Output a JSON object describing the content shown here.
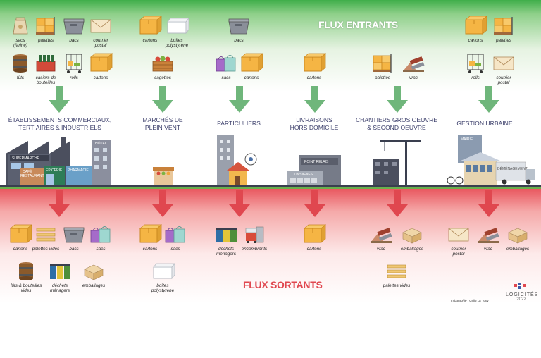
{
  "titles": {
    "flux_entrants": "FLUX ENTRANTS",
    "flux_sortants": "FLUX SORTANTS"
  },
  "sectors": [
    "ÉTABLISSEMENTS COMMERCIAUX,\nTERTIAIRES & INDUSTRIELS",
    "MARCHÉS DE\nPLEIN VENT",
    "PARTICULIERS",
    "LIVRAISONS\nHORS DOMICILE",
    "CHANTIERS GROS OEUVRE\n& SECOND OEUVRE",
    "GESTION URBAINE"
  ],
  "incoming": [
    {
      "label": "sacs\n(farine)",
      "icon": "sack-icon"
    },
    {
      "label": "palettes",
      "icon": "pallet-boxes-icon"
    },
    {
      "label": "bacs",
      "icon": "crate-bin-icon"
    },
    {
      "label": "courrier\npostal",
      "icon": "envelope-icon"
    },
    {
      "label": "fûts",
      "icon": "barrel-icon"
    },
    {
      "label": "casiers de\nbouteilles",
      "icon": "bottle-crate-icon"
    },
    {
      "label": "rolls",
      "icon": "roll-cage-icon"
    },
    {
      "label": "cartons",
      "icon": "cardboard-box-icon"
    },
    {
      "label": "cartons",
      "icon": "cardboard-box-icon"
    },
    {
      "label": "boîtes\npolystyrène",
      "icon": "polystyrene-box-icon"
    },
    {
      "label": "cagettes",
      "icon": "crate-icon"
    },
    {
      "label": "bacs",
      "icon": "crate-bin-icon"
    },
    {
      "label": "sacs",
      "icon": "shopping-bags-icon"
    },
    {
      "label": "cartons",
      "icon": "cardboard-box-icon"
    },
    {
      "label": "cartons",
      "icon": "cardboard-box-icon"
    },
    {
      "label": "palettes",
      "icon": "pallet-boxes-icon"
    },
    {
      "label": "vrac",
      "icon": "bulk-materials-icon"
    },
    {
      "label": "cartons",
      "icon": "cardboard-box-icon"
    },
    {
      "label": "palettes",
      "icon": "pallet-boxes-icon"
    },
    {
      "label": "rolls",
      "icon": "roll-cage-icon"
    },
    {
      "label": "courrier\npostal",
      "icon": "envelope-icon"
    }
  ],
  "outgoing": [
    {
      "label": "cartons",
      "icon": "cardboard-box-icon"
    },
    {
      "label": "palettes vides",
      "icon": "empty-pallet-icon"
    },
    {
      "label": "bacs",
      "icon": "crate-bin-icon"
    },
    {
      "label": "sacs",
      "icon": "shopping-bags-icon"
    },
    {
      "label": "fûts & bouteilles\nvides",
      "icon": "barrel-icon"
    },
    {
      "label": "déchets\nménagers",
      "icon": "waste-bins-icon"
    },
    {
      "label": "emballages",
      "icon": "packaging-icon"
    },
    {
      "label": "cartons",
      "icon": "cardboard-box-icon"
    },
    {
      "label": "sacs",
      "icon": "shopping-bags-icon"
    },
    {
      "label": "boîtes\npolystyrène",
      "icon": "polystyrene-box-icon"
    },
    {
      "label": "déchets\nménagers",
      "icon": "waste-bins-icon"
    },
    {
      "label": "encombrants",
      "icon": "bulky-items-icon"
    },
    {
      "label": "cartons",
      "icon": "cardboard-box-icon"
    },
    {
      "label": "vrac",
      "icon": "bulk-materials-icon"
    },
    {
      "label": "emballages",
      "icon": "packaging-icon"
    },
    {
      "label": "palettes vides",
      "icon": "empty-pallet-icon"
    },
    {
      "label": "courrier\npostal",
      "icon": "envelope-icon"
    },
    {
      "label": "vrac",
      "icon": "bulk-materials-icon"
    },
    {
      "label": "emballages",
      "icon": "packaging-icon"
    }
  ],
  "buildings": {
    "supermarche": "SUPERMARCHÉ",
    "cafe": "CAFÉ\nRESTAURANT",
    "epicerie": "ÉPICERIE",
    "pharmacie": "PHARMACIE",
    "hotel": "HÔTEL",
    "point_relais": "POINT RELAIS",
    "consignes": "CONSIGNES",
    "mairie": "MAIRIE",
    "demenagement": "DÉMÉNAGEMENT"
  },
  "credit": "Infographie : Célia LE VAN",
  "logo": {
    "name": "LOGICITÉS",
    "year": "2022"
  },
  "colors": {
    "green": "#6fb67b",
    "red": "#e0474f",
    "sector_text": "#3c3f6b",
    "box": "#f5b544"
  }
}
